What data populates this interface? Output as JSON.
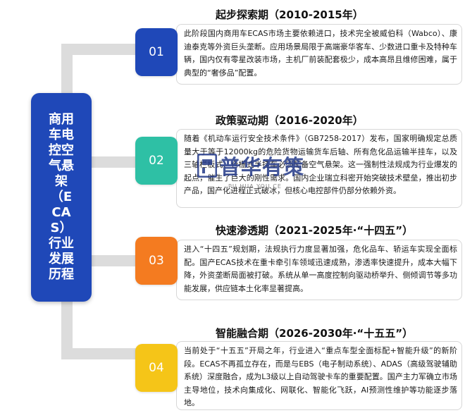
{
  "center": {
    "title": "商用车电控空气悬架（ECAS）行业发展历程"
  },
  "stages": [
    {
      "num": "01",
      "title": "起步探索期（2010-2015年）",
      "color": "#1f48b8",
      "text": "此阶段国内商用车ECAS市场主要依赖进口，技术完全被威伯科（Wabco）、康迪泰克等外资巨头垄断。应用场景局限于高端豪华客车、少数进口重卡及特种车辆，国内仅有零星改装市场，主机厂前装配套极少，成本高昂且维修困难，属于典型的“奢侈品”配置。"
    },
    {
      "num": "02",
      "title": "政策驱动期（2016-2020年）",
      "color": "#2ec0a5",
      "text": "随着《机动车运行安全技术条件》（GB7258-2017）发布，国家明确规定总质量大于等于12000kg的危险货物运输货车后轴、所有危化品运输半挂车，以及三轴栏板式、仓栅式半挂车必须配备空气悬架。这一强制性法规成为行业爆发的起点，催生了巨大的刚性需求。国内企业瑞立科密开始突破技术壁垒，推出初步产品，国产化进程正式破冰，但核心电控部件仍部分依赖外资。"
    },
    {
      "num": "03",
      "title": "快速渗透期（2021-2025年·“十四五”）",
      "color": "#f47b20",
      "text": "进入“十四五”规划期，法规执行力度显著加强，危化品车、轿运车实现全面标配。国产ECAS技术在重卡牵引车领域迅速成熟，渗透率快速提升，成本大幅下降，外资垄断局面被打破。系统从单一高度控制向驱动桥举升、侧倾调节等多功能发展，供应链本土化率显著提高。"
    },
    {
      "num": "04",
      "title": "智能融合期（2026-2030年·“十五五”）",
      "color": "#f5c518",
      "text": "当前处于“十五五”开局之年，行业进入“重点车型全面标配+智能升级”的新阶段。ECAS不再孤立存在，而是与EBS（电子制动系统）、ADAS（高级驾驶辅助系统）深度融合，成为L3级以上自动驾驶卡车的重要配置。国产主力军确立市场主导地位，技术向集成化、网联化、智能化飞跃，AI预测性维护等功能逐步落地。"
    }
  ],
  "watermark": {
    "brand": "普华有策",
    "sub": "PU HUA YOU CE"
  }
}
